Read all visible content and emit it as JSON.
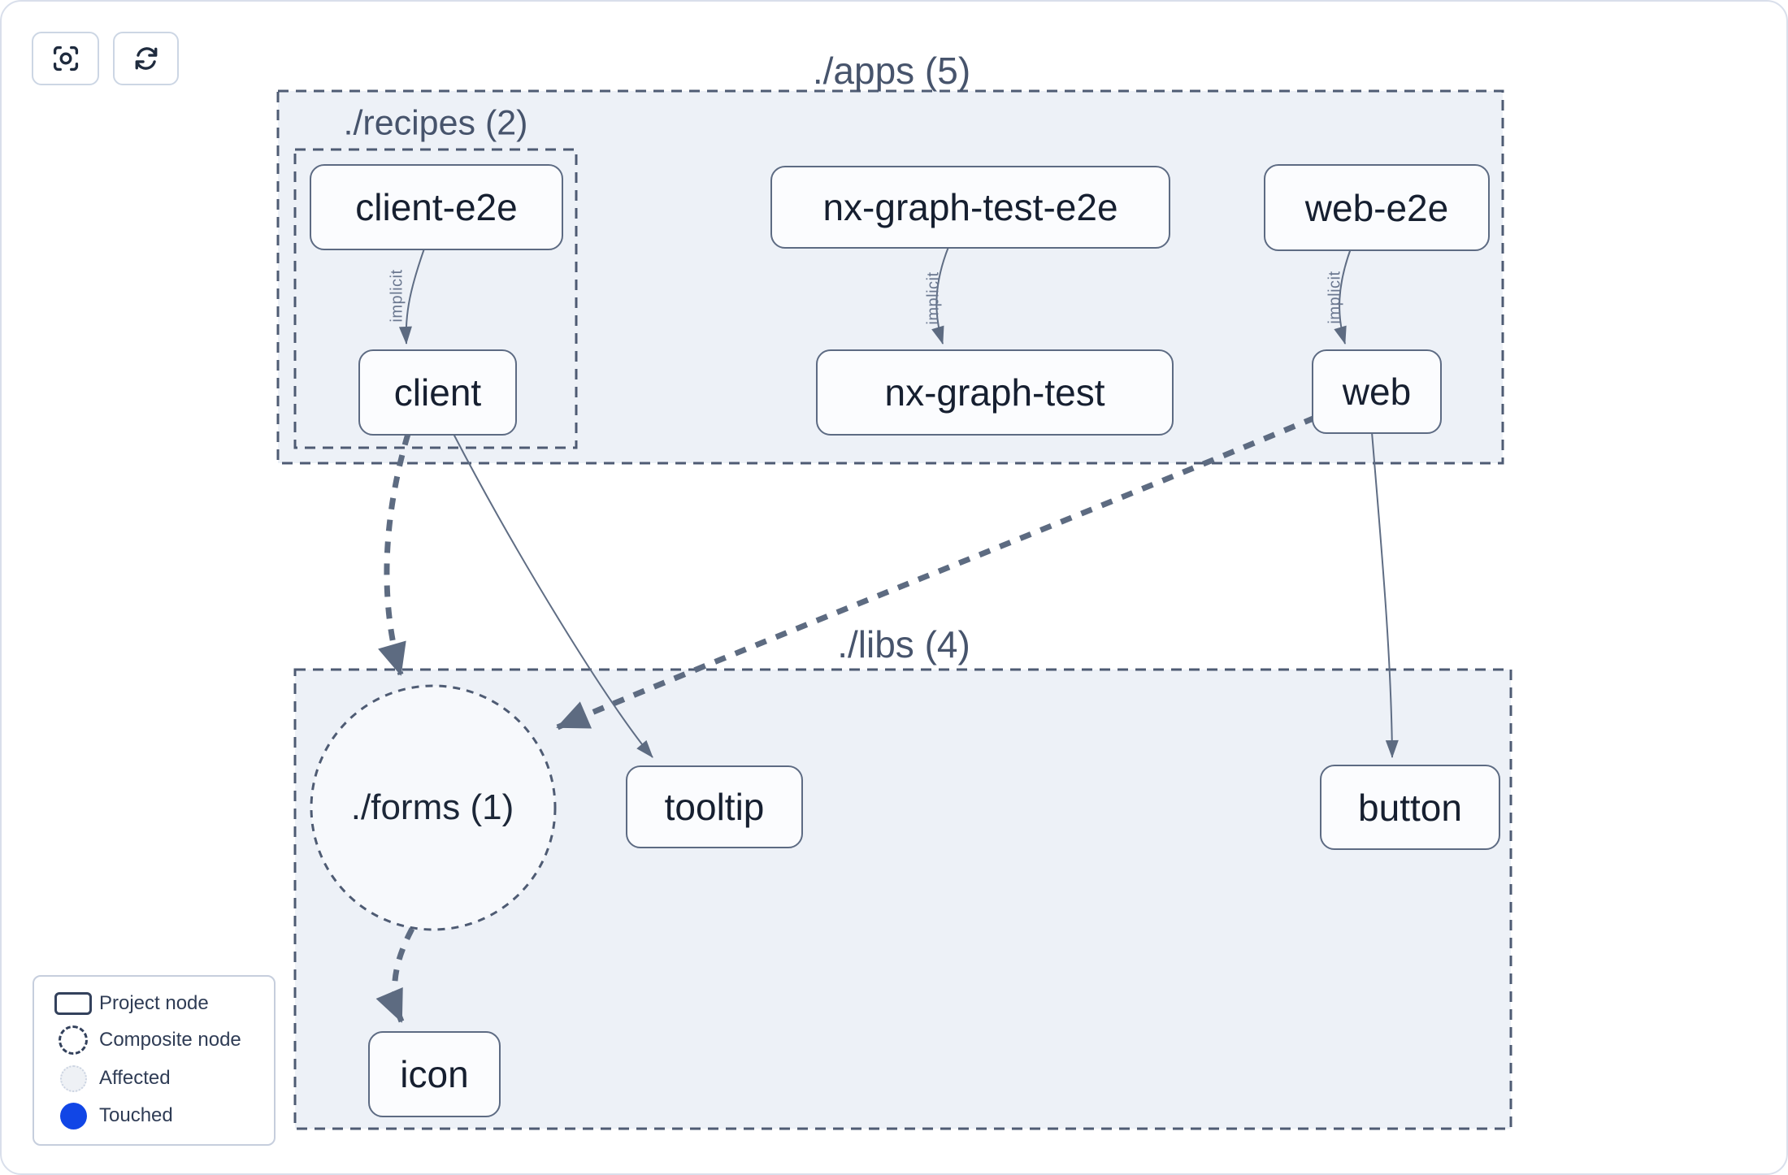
{
  "toolbar": {
    "buttons": [
      {
        "name": "focus",
        "icon": "focus-icon"
      },
      {
        "name": "refresh",
        "icon": "refresh-icon"
      }
    ]
  },
  "graph": {
    "groups": [
      {
        "id": "apps",
        "label": "./apps (5)"
      },
      {
        "id": "recipes",
        "label": "./recipes (2)"
      },
      {
        "id": "libs",
        "label": "./libs (4)"
      }
    ],
    "composite_nodes": [
      {
        "id": "forms",
        "label": "./forms (1)"
      }
    ],
    "project_nodes": [
      {
        "id": "client-e2e",
        "label": "client-e2e"
      },
      {
        "id": "nx-graph-test-e2e",
        "label": "nx-graph-test-e2e"
      },
      {
        "id": "web-e2e",
        "label": "web-e2e"
      },
      {
        "id": "client",
        "label": "client"
      },
      {
        "id": "nx-graph-test",
        "label": "nx-graph-test"
      },
      {
        "id": "web",
        "label": "web"
      },
      {
        "id": "tooltip",
        "label": "tooltip"
      },
      {
        "id": "button",
        "label": "button"
      },
      {
        "id": "icon",
        "label": "icon"
      }
    ],
    "edges": [
      {
        "from": "client-e2e",
        "to": "client",
        "type": "implicit",
        "label": "implicit"
      },
      {
        "from": "nx-graph-test-e2e",
        "to": "nx-graph-test",
        "type": "implicit",
        "label": "implicit"
      },
      {
        "from": "web-e2e",
        "to": "web",
        "type": "implicit",
        "label": "implicit"
      },
      {
        "from": "client",
        "to": "forms",
        "type": "thick-dashed"
      },
      {
        "from": "client",
        "to": "tooltip",
        "type": "dependency"
      },
      {
        "from": "web",
        "to": "forms",
        "type": "thick-dashed"
      },
      {
        "from": "web",
        "to": "button",
        "type": "dependency"
      },
      {
        "from": "forms",
        "to": "icon",
        "type": "thick-dashed"
      }
    ]
  },
  "legend": {
    "items": [
      {
        "symbol": "project-node-symbol",
        "label": "Project node"
      },
      {
        "symbol": "composite-node-symbol",
        "label": "Composite node"
      },
      {
        "symbol": "affected-symbol",
        "label": "Affected"
      },
      {
        "symbol": "touched-symbol",
        "label": "Touched"
      }
    ]
  },
  "colors": {
    "container_fill": "#edf1f7",
    "composite_fill": "#f7f9fc",
    "node_fill": "#fbfcfe",
    "stroke_dark": "#4e5b73",
    "node_border": "#5d6b83",
    "node_text": "#161f30",
    "group_label_text": "#47546c",
    "edge": "#5d6b81",
    "edge_label": "#6b7890",
    "touched_blue": "#1146e6",
    "canvas_border": "#d9dfeb"
  }
}
